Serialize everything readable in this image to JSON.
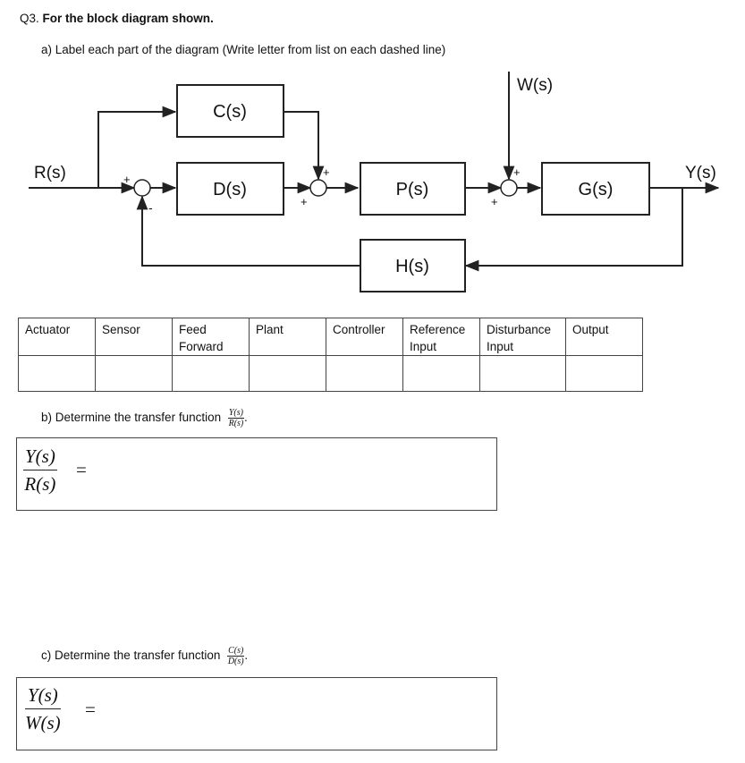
{
  "question": {
    "number": "Q3.",
    "title": "For the block diagram shown."
  },
  "part_a": {
    "text": "a)   Label each part of the diagram (Write letter from list on each dashed line)"
  },
  "diagram": {
    "blocks": {
      "c": "C(s)",
      "d": "D(s)",
      "p": "P(s)",
      "g": "G(s)",
      "h": "H(s)"
    },
    "signals": {
      "input": "R(s)",
      "output": "Y(s)",
      "disturbance": "W(s)"
    },
    "signs": {
      "s1_top": "+",
      "s1_bottom": "-",
      "s2_top": "+",
      "s2_bottom": "+",
      "s3_top": "+",
      "s3_bottom": "+"
    }
  },
  "label_table": {
    "headers": [
      "Actuator",
      "Sensor",
      "Feed Forward",
      "Plant",
      "Controller",
      "Reference Input",
      "Disturbance Input",
      "Output"
    ]
  },
  "part_b": {
    "text": "b)   Determine the transfer function",
    "inline_num": "Y(s)",
    "inline_den": "R(s)",
    "inline_suffix": ".",
    "lhs_num": "Y(s)",
    "lhs_den": "R(s)",
    "equals": "="
  },
  "part_c": {
    "text": "c)   Determine the transfer function",
    "inline_num": "C(s)",
    "inline_den": "D(s)",
    "inline_suffix": ".",
    "lhs_num": "Y(s)",
    "lhs_den": "W(s)",
    "equals": "="
  }
}
